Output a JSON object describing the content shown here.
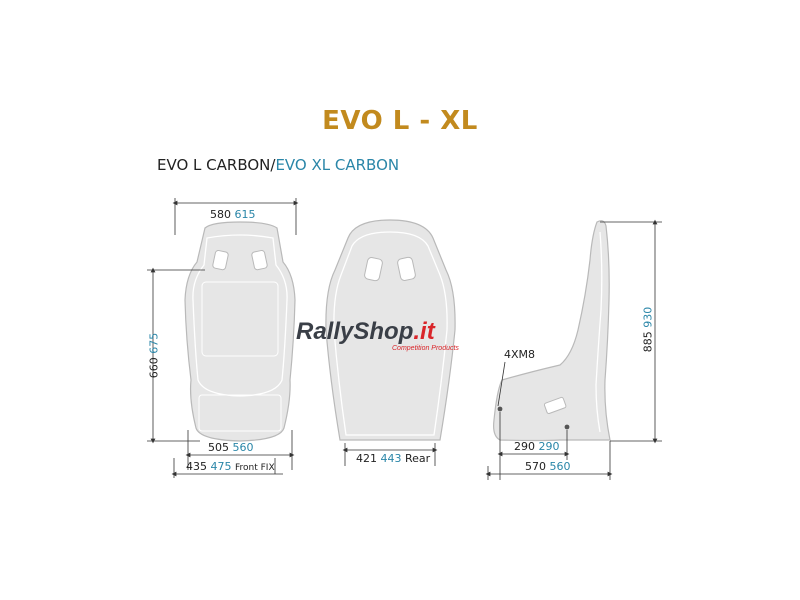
{
  "title": "EVO L - XL",
  "subtitle": {
    "part1": "EVO L CARBON/",
    "part2": "EVO XL CARBON"
  },
  "colors": {
    "title": "#c28a1e",
    "blue": "#2a86a8",
    "dark": "#222222",
    "seat_fill": "#e6e6e6",
    "seat_stroke": "#b9b9b9",
    "logo_dark": "#3a3f47",
    "logo_accent": "#d9252a"
  },
  "logo": {
    "text_main": "RallyShop",
    "text_tld": ".it",
    "tagline": "Competition Products"
  },
  "dims": {
    "front_top": {
      "a": "580",
      "b": "615"
    },
    "front_height": {
      "a": "660",
      "b": "675"
    },
    "front_bottom": {
      "a": "505",
      "b": "560"
    },
    "front_fix": {
      "a": "435",
      "b": "475",
      "suffix": "Front FIX"
    },
    "rear_width": {
      "a": "421",
      "b": "443",
      "suffix": "Rear"
    },
    "side_height": {
      "a": "885",
      "b": "930"
    },
    "side_bolt": "4XM8",
    "side_inner": {
      "a": "290",
      "b": "290"
    },
    "side_base": {
      "a": "570",
      "b": "560"
    }
  }
}
